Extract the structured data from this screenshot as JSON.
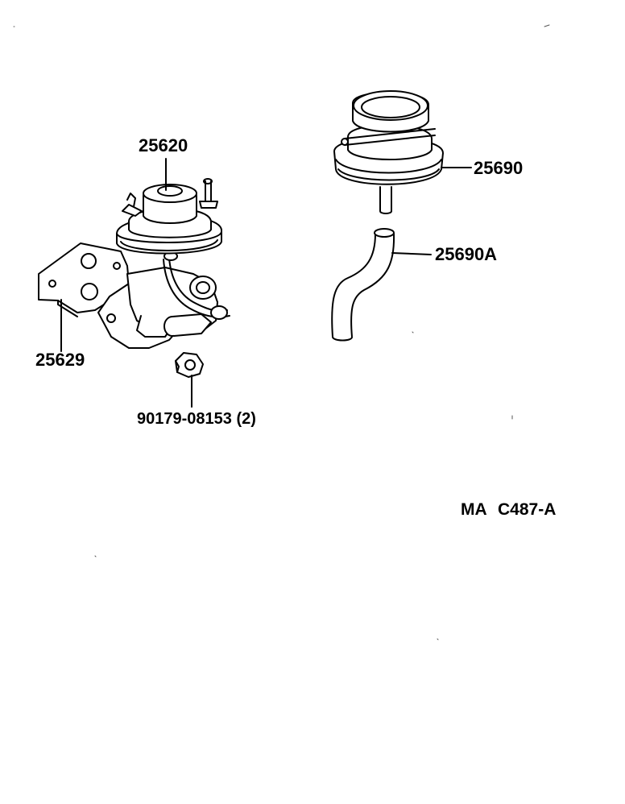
{
  "parts": {
    "egr_valve": "25620",
    "egr_gasket_plate": "25629",
    "nut": "90179-08153 (2)",
    "vacuum_modulator": "25690",
    "hose": "25690A"
  },
  "reference_code": {
    "prefix": "MA",
    "code": "C487-A"
  }
}
